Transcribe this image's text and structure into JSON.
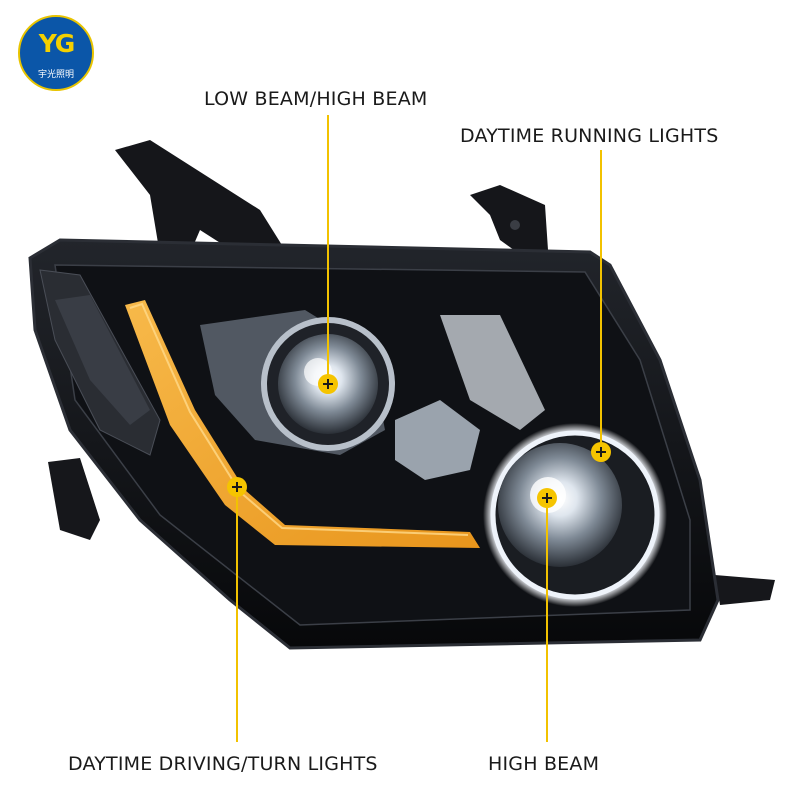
{
  "logo": {
    "mark": "YG",
    "text": "宇光照明",
    "ring_color": "#e8c400",
    "bg_color": "#0b56a8"
  },
  "callouts": [
    {
      "label": "LOW BEAM/HIGH BEAM"
    },
    {
      "label": "DAYTIME RUNNING LIGHTS"
    },
    {
      "label": "DAYTIME DRIVING/TURN LIGHTS"
    },
    {
      "label": "HIGH BEAM"
    }
  ],
  "colors": {
    "callout_line": "#f2c200",
    "marker": "#f5c400",
    "housing": "#0d0e12",
    "drl_strip": "#f0a526"
  }
}
